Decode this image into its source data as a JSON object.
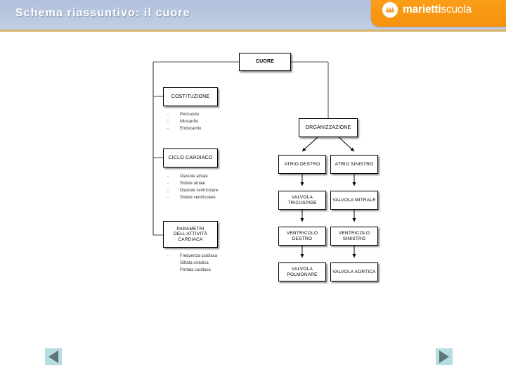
{
  "header": {
    "title": "Schema riassuntivo: il cuore",
    "accent_blue": "#b9c7de",
    "accent_gold": "#d5b268",
    "logo": {
      "brand_bold": "marietti",
      "brand_light": "scuola",
      "brand_color": "#f7941d",
      "mark_icon": "marietti-circle-icon"
    }
  },
  "diagram": {
    "root": {
      "label": "CUORE"
    },
    "left_branch": [
      {
        "label": "COSTITUZIONE",
        "items": [
          "Pericardio",
          "Miocardio",
          "Endocardio"
        ]
      },
      {
        "label": "CICLO CARDIACO",
        "items": [
          "Diastole atriale",
          "Sistole atriale",
          "Diastole ventricolare",
          "Sistole ventricolare"
        ]
      },
      {
        "label": "PARAMETRI DELL'ATTIVITÀ CARDIACA",
        "items": [
          "Frequenza cardiaca",
          "Gittata sistolica",
          "Portata cardiaca"
        ]
      }
    ],
    "right_branch": {
      "label": "ORGANIZZAZIONE",
      "chains": [
        {
          "side": "destro",
          "nodes": [
            "ATRIO DESTRO",
            "VALVOLA TRICUSPIDE",
            "VENTRICOLO DESTRO",
            "VALVOLA POLMONARE"
          ]
        },
        {
          "side": "sinistro",
          "nodes": [
            "ATRIO SINISTRO",
            "VALVOLA MITRALE",
            "VENTRICOLO SINISTRO",
            "VALVOLA AORTICA"
          ]
        }
      ]
    }
  },
  "navigation": {
    "prev_label": "",
    "next_label": "",
    "prev_icon": "triangle-left-icon",
    "next_icon": "triangle-right-icon",
    "button_bg": "#b6dde2"
  }
}
